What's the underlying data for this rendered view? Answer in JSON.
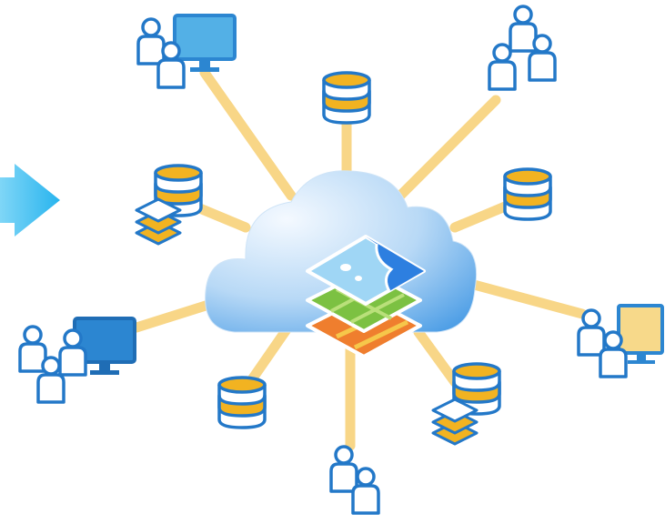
{
  "diagram": {
    "hub": {
      "type": "cloud",
      "content": "map-layer-stack"
    },
    "nodes": [
      {
        "id": "users-desktop-top-left",
        "kind": "users-with-monitor",
        "people": 2,
        "monitor_color": "#53b0e6"
      },
      {
        "id": "database-top",
        "kind": "database"
      },
      {
        "id": "user-group-top-right",
        "kind": "user-group",
        "people": 3
      },
      {
        "id": "database-layers-left",
        "kind": "database-with-layers"
      },
      {
        "id": "database-right",
        "kind": "database"
      },
      {
        "id": "users-desktop-right",
        "kind": "users-with-monitor",
        "people": 2,
        "monitor_color": "#f2b321"
      },
      {
        "id": "users-desktop-left",
        "kind": "users-with-monitor",
        "people": 3,
        "monitor_color": "#2c86d1"
      },
      {
        "id": "database-bottom-left",
        "kind": "database"
      },
      {
        "id": "database-layers-bottom-right",
        "kind": "database-with-layers"
      },
      {
        "id": "users-bottom",
        "kind": "users",
        "people": 2
      }
    ],
    "colors": {
      "outline_blue": "#2378c8",
      "connector": "#f5c04c",
      "database_band": "#f2b321",
      "cloud_light": "#eaf3fc",
      "cloud_dark": "#5aa7e8",
      "arrow": "#3ec1f2"
    }
  }
}
